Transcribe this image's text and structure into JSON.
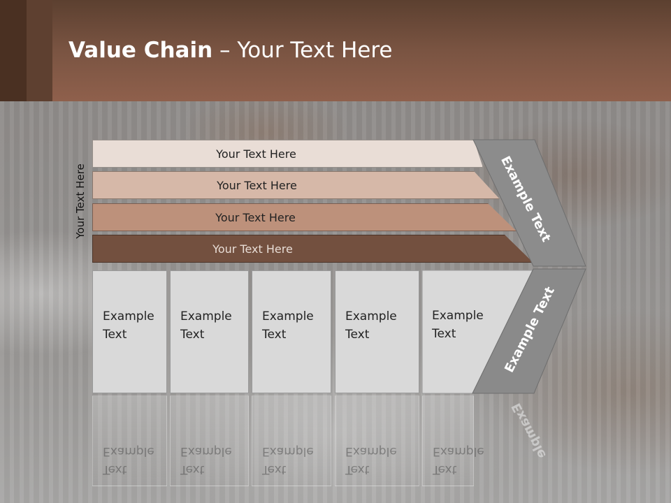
{
  "slide": {
    "title_bold": "Value Chain",
    "title_rest": " – Your Text Here",
    "side_label": "Your Text Here",
    "bands": [
      {
        "label": "Your Text Here"
      },
      {
        "label": "Your Text Here"
      },
      {
        "label": "Your Text Here"
      },
      {
        "label": "Your Text Here"
      }
    ],
    "columns": [
      {
        "line1": "Example",
        "line2": "Text"
      },
      {
        "line1": "Example",
        "line2": "Text"
      },
      {
        "line1": "Example",
        "line2": "Text"
      },
      {
        "line1": "Example",
        "line2": "Text"
      },
      {
        "line1": "Example",
        "line2": "Text"
      }
    ],
    "chevron_top": "Example Text",
    "chevron_bottom": "Example Text"
  },
  "colors": {
    "header": "#7a5442",
    "band1": "#e9ddd6",
    "band2": "#d6b8a8",
    "band3": "#bd917b",
    "band4": "#73503f",
    "chevron": "#8c8c8c",
    "column": "#d9d9d9"
  }
}
